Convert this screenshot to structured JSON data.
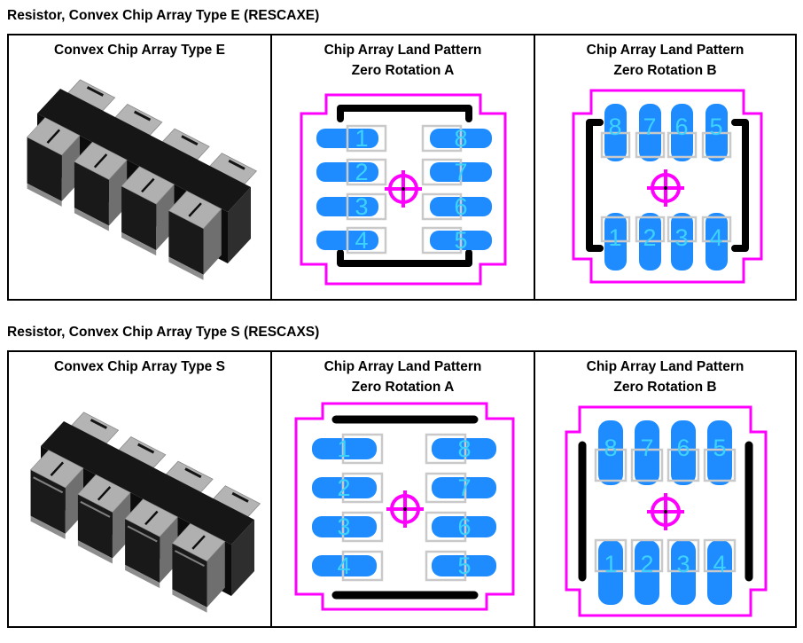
{
  "sections": [
    {
      "title": "Resistor, Convex Chip Array Type E (RESCAXE)",
      "panels": [
        {
          "header": "Convex Chip Array Type E"
        },
        {
          "header_line1": "Chip Array Land Pattern",
          "header_line2": "Zero Rotation A",
          "pads_left": [
            "1",
            "2",
            "3",
            "4"
          ],
          "pads_right": [
            "8",
            "7",
            "6",
            "5"
          ]
        },
        {
          "header_line1": "Chip Array Land Pattern",
          "header_line2": "Zero Rotation B",
          "pads_top": [
            "8",
            "7",
            "6",
            "5"
          ],
          "pads_bottom": [
            "1",
            "2",
            "3",
            "4"
          ]
        }
      ]
    },
    {
      "title": "Resistor, Convex Chip Array Type S (RESCAXS)",
      "panels": [
        {
          "header": "Convex Chip Array Type S"
        },
        {
          "header_line1": "Chip Array Land Pattern",
          "header_line2": "Zero Rotation A",
          "pads_left": [
            "1",
            "2",
            "3",
            "4"
          ],
          "pads_right": [
            "8",
            "7",
            "6",
            "5"
          ]
        },
        {
          "header_line1": "Chip Array Land Pattern",
          "header_line2": "Zero Rotation B",
          "pads_top": [
            "8",
            "7",
            "6",
            "5"
          ],
          "pads_bottom": [
            "1",
            "2",
            "3",
            "4"
          ]
        }
      ]
    }
  ],
  "colors": {
    "pad_blue": "#1E8CFF",
    "pad_number_cyan": "#3DD2FC",
    "land_outline_magenta": "#FF00FF",
    "component_terminal_gray": "#C9C9C9",
    "orientation_mark_black": "#000000"
  }
}
